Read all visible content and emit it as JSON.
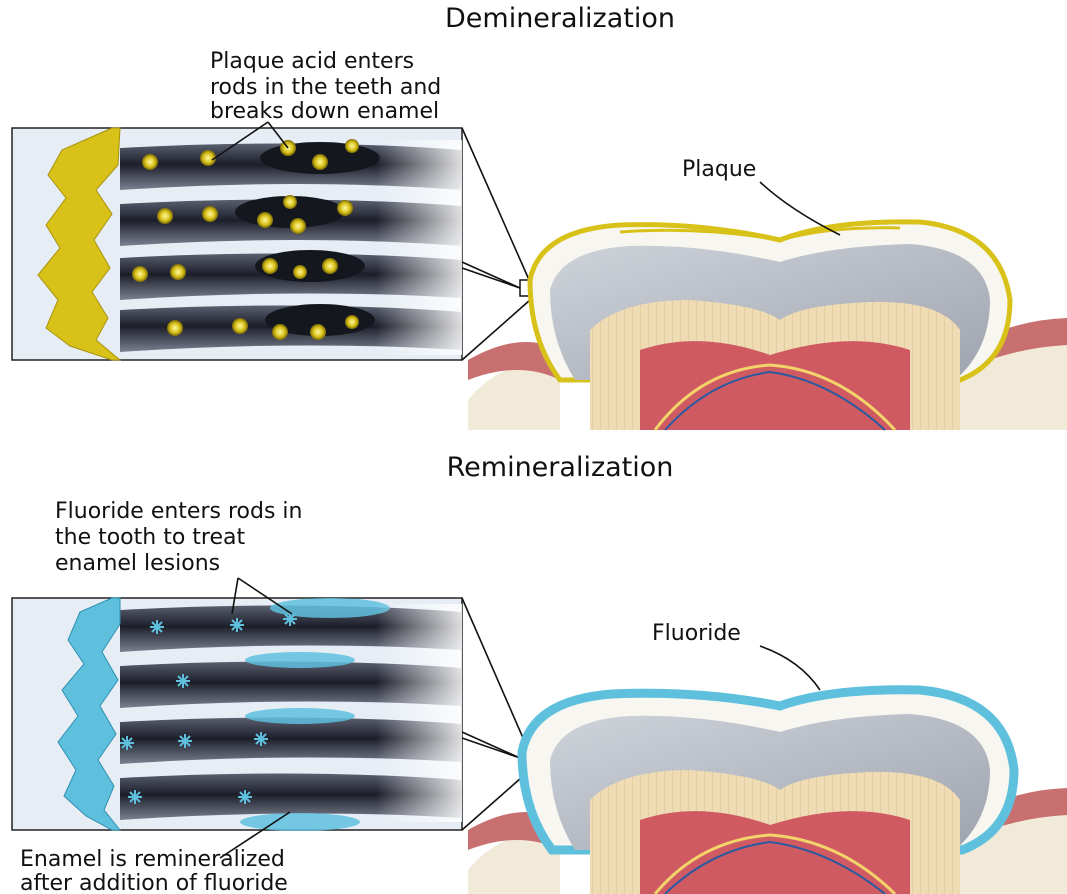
{
  "demineralization": {
    "title": "Demineralization",
    "callout": [
      "Plaque acid enters",
      "rods in the teeth and",
      "breaks down enamel"
    ],
    "tooth_label": "Plaque"
  },
  "remineralization": {
    "title": "Remineralization",
    "callout_top": [
      "Fluoride enters rods in",
      "the tooth to treat",
      "enamel lesions"
    ],
    "tooth_label": "Fluoride",
    "callout_bottom": [
      "Enamel is remineralized",
      "after addition of fluoride"
    ]
  },
  "colors": {
    "plaque": "#d8c21a",
    "fluoride": "#5fc0de",
    "enamel": "#b8bcc6",
    "dentin": "#efdcb4",
    "pulp": "#cf5a62",
    "gum": "#c87070",
    "bone": "#f2ead8",
    "rod_dark": "#1c1f2a"
  }
}
